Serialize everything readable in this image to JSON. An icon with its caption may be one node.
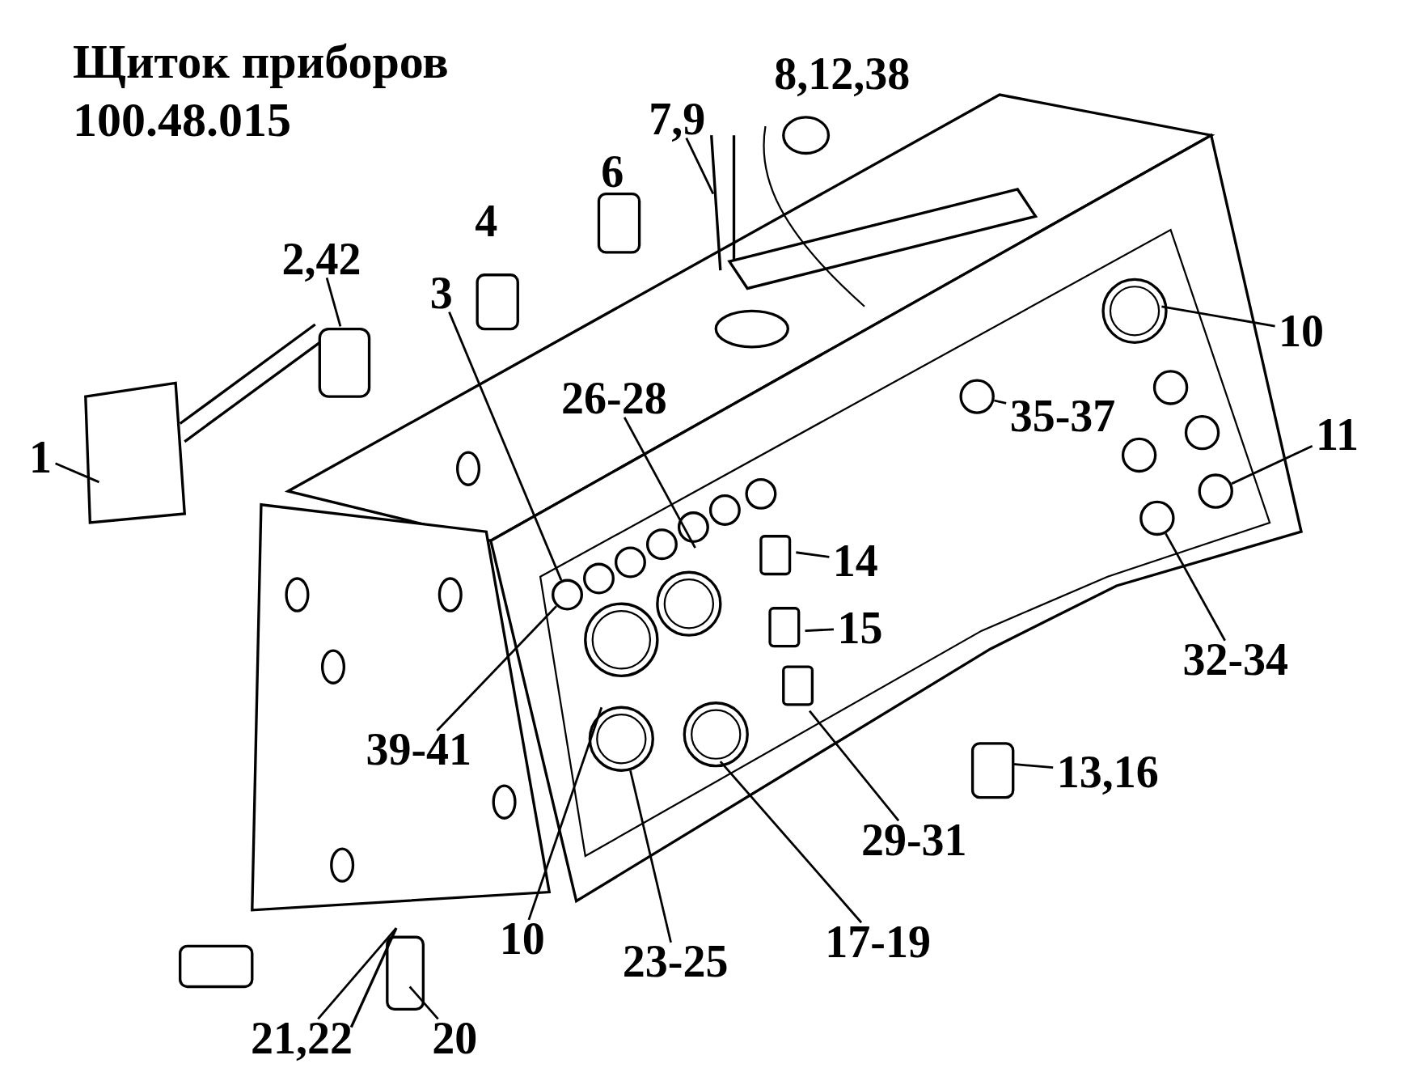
{
  "diagram": {
    "title": "Щиток приборов 100.48.015",
    "nodes": [
      {
        "text": [
          "7,9"
        ]
      },
      {
        "text": [
          "2,42"
        ]
      },
      {
        "text": [
          "3"
        ]
      },
      {
        "text": [
          "10"
        ]
      },
      {
        "text": [
          "26-28"
        ]
      },
      {
        "text": [
          "35-37"
        ]
      },
      {
        "text": [
          "11"
        ]
      },
      {
        "text": [
          "1"
        ]
      },
      {
        "text": [
          "14"
        ]
      },
      {
        "text": [
          "15"
        ]
      },
      {
        "text": [
          "32-34"
        ]
      },
      {
        "text": [
          "39-41"
        ]
      },
      {
        "text": [
          "13,16"
        ]
      },
      {
        "text": [
          "29-31"
        ]
      },
      {
        "text": [
          "10"
        ]
      },
      {
        "text": [
          "17-19"
        ]
      },
      {
        "text": [
          "23-25"
        ]
      },
      {
        "text": [
          "21,22"
        ]
      },
      {
        "text": [
          "20"
        ]
      },
      {
        "text": [],
        "shape": "circle"
      },
      {
        "text": [],
        "shape": "circle"
      },
      {
        "text": [],
        "shape": "circle"
      },
      {
        "text": [],
        "shape": "circle"
      }
    ],
    "edges": [
      {
        "from": 0,
        "to": null,
        "arrow": "none"
      },
      {
        "from": 1,
        "to": null,
        "arrow": "none"
      },
      {
        "from": 2,
        "to": 19,
        "arrow": "none"
      },
      {
        "from": 3,
        "to": null,
        "arrow": "none"
      },
      {
        "from": 4,
        "to": null,
        "arrow": "none"
      },
      {
        "from": 5,
        "to": 20,
        "arrow": "none"
      },
      {
        "from": 6,
        "to": 22,
        "arrow": "none"
      },
      {
        "from": 7,
        "to": null,
        "arrow": "none"
      },
      {
        "from": 8,
        "to": null,
        "arrow": "none"
      },
      {
        "from": 9,
        "to": null,
        "arrow": "none"
      },
      {
        "from": 10,
        "to": 21,
        "arrow": "none"
      },
      {
        "from": 11,
        "to": 19,
        "arrow": "none"
      },
      {
        "from": 12,
        "to": null,
        "arrow": "none"
      },
      {
        "from": 13,
        "to": null,
        "arrow": "none"
      },
      {
        "from": 14,
        "to": null,
        "arrow": "none"
      },
      {
        "from": 15,
        "to": null,
        "arrow": "none"
      },
      {
        "from": 16,
        "to": null,
        "arrow": "none"
      },
      {
        "from": 17,
        "to": null,
        "arrow": "none"
      },
      {
        "from": 18,
        "to": null,
        "arrow": "none"
      }
    ],
    "labels": [
      "8,12,38",
      "6",
      "4"
    ]
  }
}
